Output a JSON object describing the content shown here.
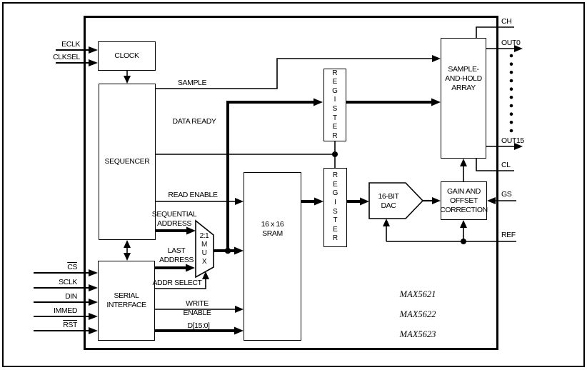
{
  "part_numbers": [
    "MAX5621",
    "MAX5622",
    "MAX5623"
  ],
  "pins": {
    "left": [
      {
        "label": "ECLK"
      },
      {
        "label": "CLKSEL"
      },
      {
        "label": "CS",
        "active_low": true
      },
      {
        "label": "SCLK"
      },
      {
        "label": "DIN"
      },
      {
        "label": "IMMED"
      },
      {
        "label": "RST",
        "active_low": true
      }
    ],
    "right": [
      {
        "label": "CH"
      },
      {
        "label": "OUT0"
      },
      {
        "label": "OUT15"
      },
      {
        "label": "CL"
      },
      {
        "label": "GS"
      },
      {
        "label": "REF"
      }
    ]
  },
  "blocks": {
    "clock": "CLOCK",
    "sequencer": "SEQUENCER",
    "serial_interface": "SERIAL\nINTERFACE",
    "mux": "2:1\nM\nU\nX",
    "sram": "16 x 16\nSRAM",
    "register_top": "R\nE\nG\nI\nS\nT\nE\nR",
    "register_bottom": "R\nE\nG\nI\nS\nT\nE\nR",
    "dac": "16-BIT\nDAC",
    "gain_offset": "GAIN AND\nOFFSET\nCORRECTION",
    "sample_hold": "SAMPLE-\nAND-HOLD\nARRAY"
  },
  "signals": {
    "sample": "SAMPLE",
    "data_ready": "DATA READY",
    "read_enable": "READ ENABLE",
    "sequential_address": "SEQUENTIAL\nADDRESS",
    "last_address": "LAST\nADDRESS",
    "addr_select": "ADDR SELECT",
    "write_enable": "WRITE ENABLE",
    "data_bus": "D[15:0]"
  },
  "colors": {
    "line": "#000000",
    "background": "#ffffff"
  }
}
